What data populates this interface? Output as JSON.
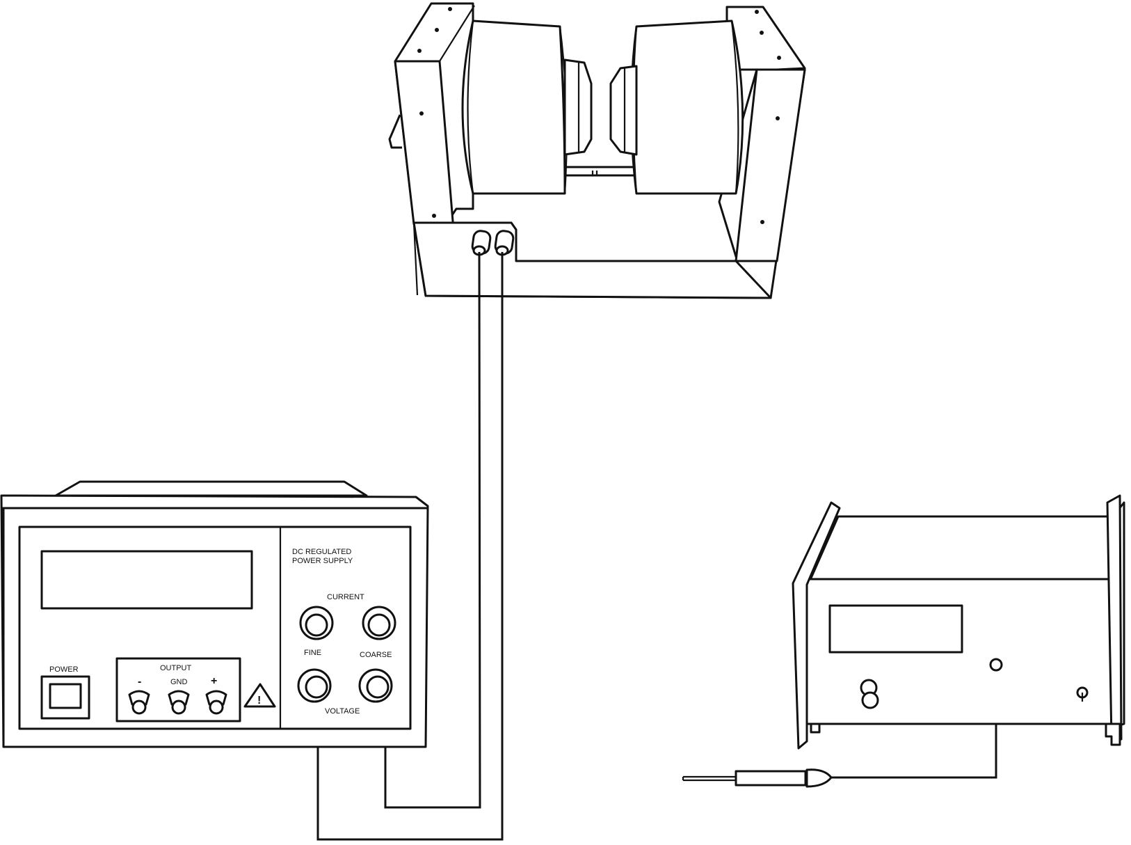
{
  "diagram": {
    "power_supply": {
      "title_line1": "DC REGULATED",
      "title_line2": "POWER SUPPLY",
      "current_label": "CURRENT",
      "voltage_label": "VOLTAGE",
      "fine_label": "FINE",
      "coarse_label": "COARSE",
      "power_label": "POWER",
      "output_label": "OUTPUT",
      "minus_label": "-",
      "gnd_label": "GND",
      "plus_label": "+",
      "warning_icon": "warning-triangle-icon"
    },
    "electromagnet": {
      "label": ""
    },
    "meter": {
      "label": ""
    },
    "colors": {
      "line": "#111111",
      "background": "#ffffff"
    }
  }
}
